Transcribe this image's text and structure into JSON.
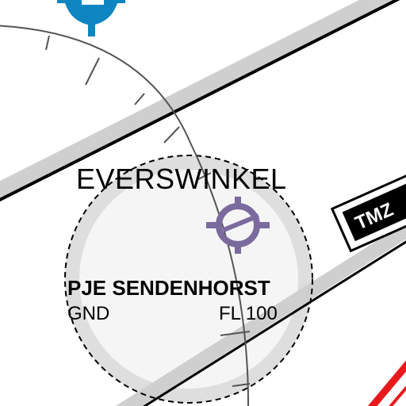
{
  "map": {
    "place_name": "EVERSWINKEL",
    "parachute_zone": {
      "name": "PJE SENDENHORST",
      "lower_limit": "GND",
      "upper_limit": "FL 100"
    },
    "tmz_label": "TMZ",
    "symbols": {
      "top_icon": "navaid-icon",
      "reporting_point": "crosshair-reporting-point-icon"
    },
    "colors": {
      "background": "#ffffff",
      "navaid_blue": "#0d85c0",
      "reporting_point_purple": "#7a6a9e",
      "road_casing": "#cfcfcf",
      "boundary_red": "#e8191c",
      "zone_fill": "#f4f4f4",
      "zone_ring": "#dedede"
    }
  }
}
